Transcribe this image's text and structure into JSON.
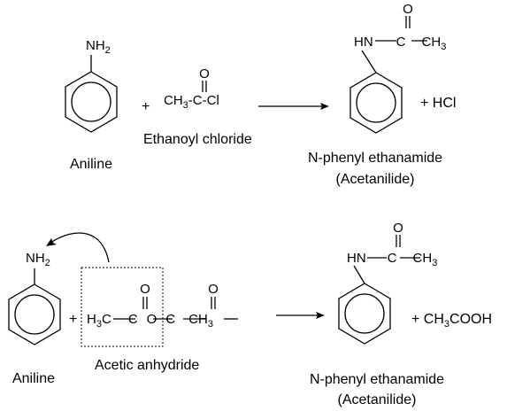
{
  "reaction1": {
    "amine_group": "NH2",
    "reactant1_name": "Aniline",
    "plus1": "+",
    "acyl_chloride_formula": "CH3-C-Cl",
    "carbonyl_o": "O",
    "reactant2_name": "Ethanoyl chloride",
    "product_group": "HN—C—CH3",
    "product_carbonyl_o": "O",
    "byproduct": "+ HCl",
    "product_name": "N-phenyl ethanamide",
    "product_common_name": "(Acetanilide)"
  },
  "reaction2": {
    "amine_group": "NH2",
    "reactant1_name": "Aniline",
    "plus1": "+",
    "anhydride_formula": "H3C—C—O—C—CH3",
    "carbonyl_o_left": "O",
    "carbonyl_o_right": "O",
    "reactant2_name": "Acetic anhydride",
    "product_group": "HN—C—CH3",
    "product_carbonyl_o": "O",
    "byproduct": "+ CH3COOH",
    "product_name": "N-phenyl ethanamide",
    "product_common_name": "(Acetanilide)"
  }
}
